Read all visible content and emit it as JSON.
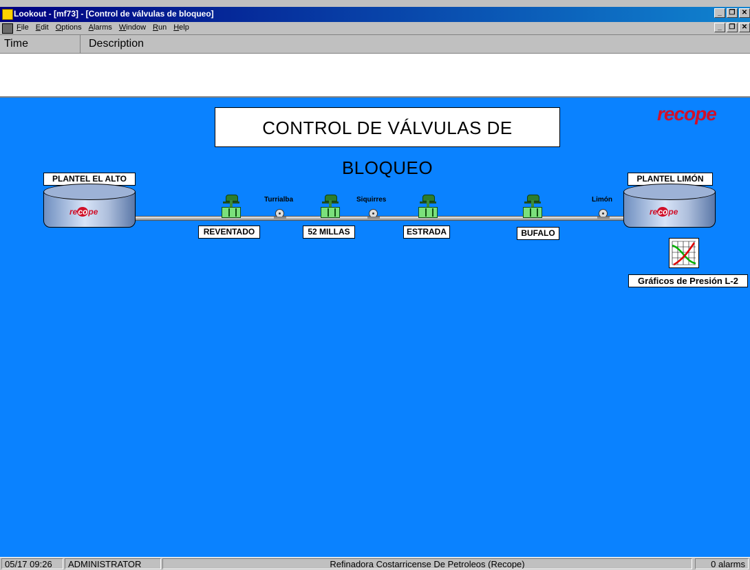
{
  "window": {
    "title": "Lookout - [mf73] - [Control de válvulas de bloqueo]"
  },
  "menu": {
    "items": [
      "File",
      "Edit",
      "Options",
      "Alarms",
      "Window",
      "Run",
      "Help"
    ]
  },
  "alarm_table": {
    "col_time": "Time",
    "col_description": "Description"
  },
  "panel": {
    "title": "CONTROL DE VÁLVULAS DE BLOQUEO",
    "logo_text": "recope"
  },
  "stations": {
    "origin": "PLANTEL EL ALTO",
    "destination": "PLANTEL LIMÓN"
  },
  "valves": [
    "REVENTADO",
    "52 MILLAS",
    "ESTRADA",
    "BUFALO"
  ],
  "sensors": [
    "Turrialba",
    "Siquirres",
    "Limón"
  ],
  "graph_link": "Gráficos de Presión L-2",
  "colors": {
    "background": "#0a82ff",
    "valve": "#7be07b",
    "brand_red": "#d0102a"
  },
  "status": {
    "datetime": "05/17 09:26",
    "user": "ADMINISTRATOR",
    "company": "Refinadora Costarricense De Petroleos (Recope)",
    "alarms": "0 alarms"
  }
}
